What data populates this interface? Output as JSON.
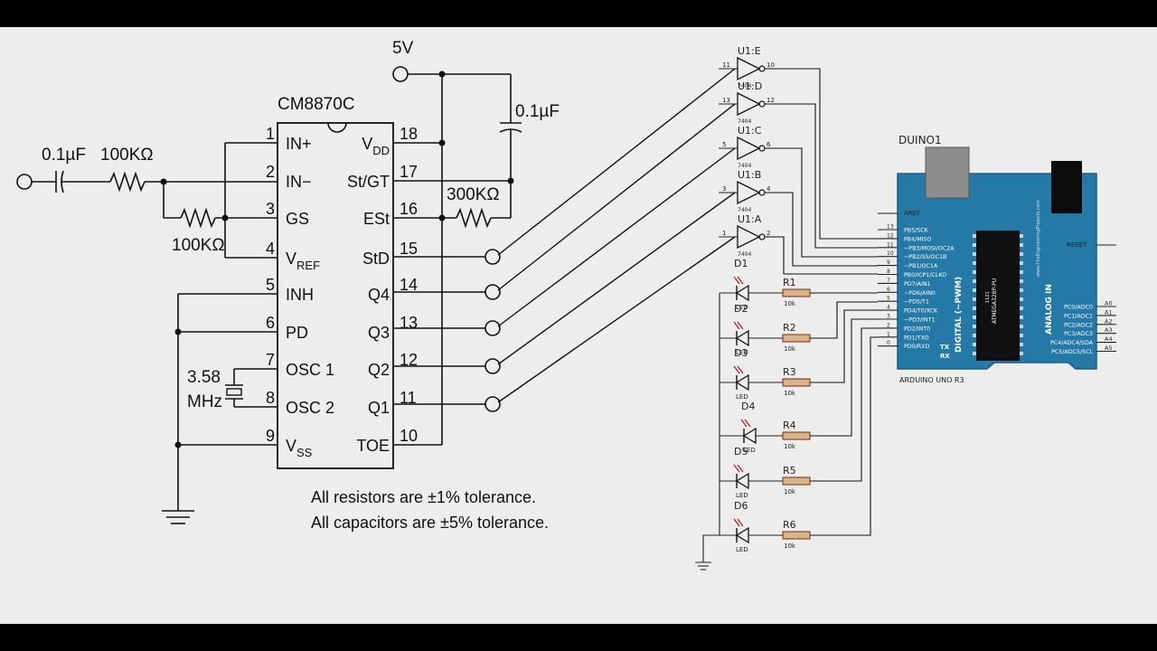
{
  "supply_label": "5V",
  "ic": {
    "name": "CM8870C",
    "left_pins": [
      {
        "num": "1",
        "name": "IN+"
      },
      {
        "num": "2",
        "name": "IN−"
      },
      {
        "num": "3",
        "name": "GS"
      },
      {
        "num": "4",
        "name": "V",
        "sub": "REF"
      },
      {
        "num": "5",
        "name": "INH"
      },
      {
        "num": "6",
        "name": "PD"
      },
      {
        "num": "7",
        "name": "OSC 1"
      },
      {
        "num": "8",
        "name": "OSC 2"
      },
      {
        "num": "9",
        "name": "V",
        "sub": "SS"
      }
    ],
    "right_pins": [
      {
        "num": "18",
        "name": "V",
        "sub": "DD"
      },
      {
        "num": "17",
        "name": "St/GT"
      },
      {
        "num": "16",
        "name": "ESt"
      },
      {
        "num": "15",
        "name": "StD"
      },
      {
        "num": "14",
        "name": "Q4"
      },
      {
        "num": "13",
        "name": "Q3"
      },
      {
        "num": "12",
        "name": "Q2"
      },
      {
        "num": "11",
        "name": "Q1"
      },
      {
        "num": "10",
        "name": "TOE"
      }
    ]
  },
  "components": {
    "c_in": "0.1µF",
    "r_in": "100KΩ",
    "r_fb": "100KΩ",
    "c_vdd": "0.1µF",
    "r_est": "300KΩ",
    "crystal_value": "3.58",
    "crystal_unit": "MHz"
  },
  "notes": [
    "All resistors are ±1% tolerance.",
    "All capacitors are ±5% tolerance."
  ],
  "inverters": [
    {
      "name": "U1:E",
      "in": "11",
      "out": "10",
      "part": "7404"
    },
    {
      "name": "U1:D",
      "in": "13",
      "out": "12",
      "part": "7404"
    },
    {
      "name": "U1:C",
      "in": "5",
      "out": "6",
      "part": "7404"
    },
    {
      "name": "U1:B",
      "in": "3",
      "out": "4",
      "part": "7404"
    },
    {
      "name": "U1:A",
      "in": "1",
      "out": "2",
      "part": "7404"
    }
  ],
  "leds": [
    {
      "name": "D1",
      "label": "LED"
    },
    {
      "name": "D2",
      "label": "LED"
    },
    {
      "name": "D3",
      "label": "LED"
    },
    {
      "name": "D4",
      "label": "LED"
    },
    {
      "name": "D5",
      "label": "LED"
    },
    {
      "name": "D6",
      "label": "LED"
    }
  ],
  "resistors": [
    {
      "name": "R1",
      "value": "10k"
    },
    {
      "name": "R2",
      "value": "10k"
    },
    {
      "name": "R3",
      "value": "10k"
    },
    {
      "name": "R4",
      "value": "10k"
    },
    {
      "name": "R5",
      "value": "10k"
    },
    {
      "name": "R6",
      "value": "10k"
    }
  ],
  "arduino": {
    "ref": "DUINO1",
    "model": "ARDUINO UNO R3",
    "aref": "AREF",
    "reset": "RESET",
    "digital_label": "DIGITAL (~PWM)",
    "analog_label": "ANALOG IN",
    "chip_label": "ATMEGA328P-PU",
    "chip_sub": "1121",
    "website": "www.TheEngineeringProjects.com",
    "digital_pins": [
      {
        "num": "13",
        "name": "PB5/SCK"
      },
      {
        "num": "12",
        "name": "PB4/MISO"
      },
      {
        "num": "11",
        "name": "~PB3/MOSI/OC2A"
      },
      {
        "num": "10",
        "name": "~PB2/SS/OC1B"
      },
      {
        "num": "9",
        "name": "~PB1/OC1A"
      },
      {
        "num": "8",
        "name": "PB0/ICP1/CLKO"
      },
      {
        "num": "7",
        "name": "PD7/AIN1"
      },
      {
        "num": "6",
        "name": "~PD6/AIN0"
      },
      {
        "num": "5",
        "name": "~PD5/T1"
      },
      {
        "num": "4",
        "name": "PD4/T0/XCK"
      },
      {
        "num": "3",
        "name": "~PD3/INT1"
      },
      {
        "num": "2",
        "name": "PD2/INT0"
      },
      {
        "num": "1",
        "name": "PD1/TXD"
      },
      {
        "num": "0",
        "name": "PD0/RXD"
      }
    ],
    "tx": "TX",
    "rx": "RX",
    "analog_pins": [
      {
        "num": "A0",
        "name": "PC0/ADC0"
      },
      {
        "num": "A1",
        "name": "PC1/ADC1"
      },
      {
        "num": "A2",
        "name": "PC2/ADC2"
      },
      {
        "num": "A3",
        "name": "PC3/ADC3"
      },
      {
        "num": "A4",
        "name": "PC4/ADC4/SDA"
      },
      {
        "num": "A5",
        "name": "PC5/ADC5/SCL"
      }
    ]
  },
  "colors": {
    "background": "#ededed",
    "board": "#2479a7",
    "board_edge": "#1a5f88",
    "resistor_body": "#d8b48a",
    "resistor_edge": "#7a2a10",
    "led_arrow": "#b01010",
    "chip": "#111111"
  }
}
